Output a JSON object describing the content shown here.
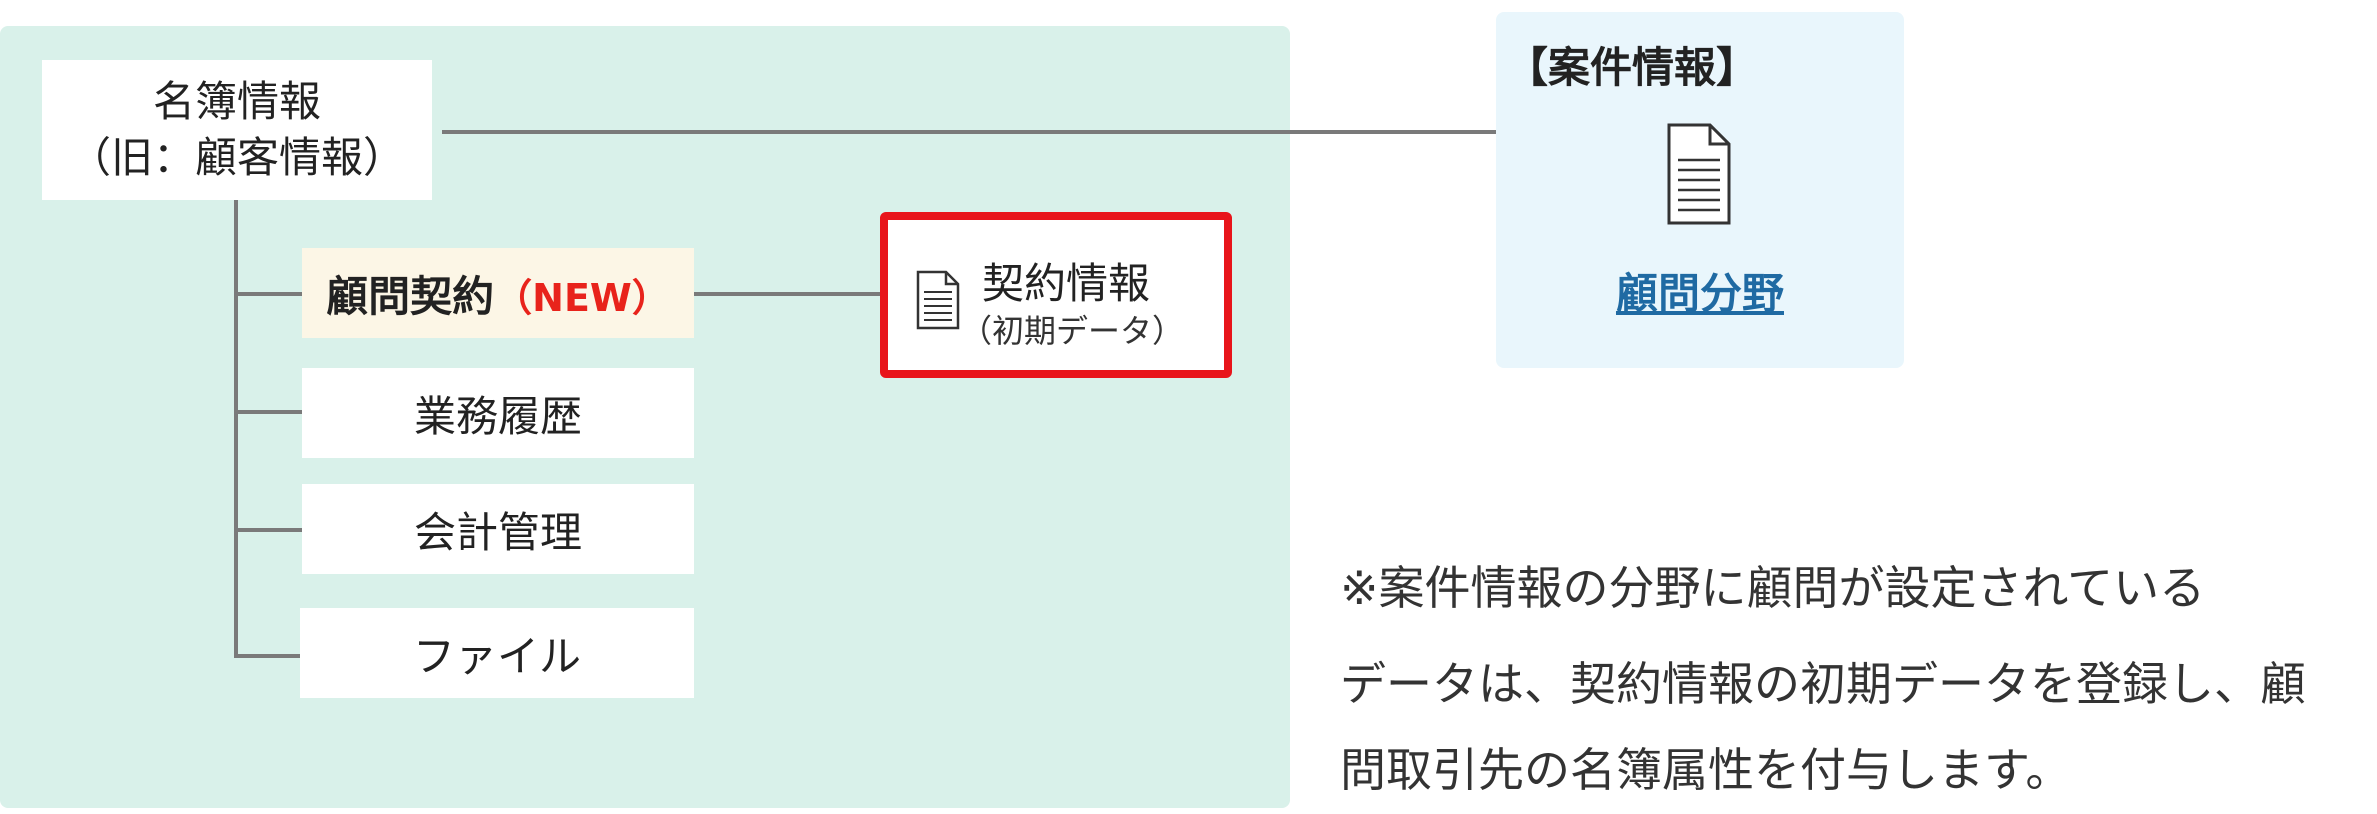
{
  "root": {
    "line1": "名簿情報",
    "line2": "（旧：顧客情報）"
  },
  "branches": {
    "contract_label": "顧問契約",
    "contract_tag": "（NEW）",
    "history_label": "業務履歴",
    "accounting_label": "会計管理",
    "file_label": "ファイル"
  },
  "contract_info": {
    "title": "契約情報",
    "subtitle": "（初期データ）"
  },
  "case_info": {
    "title": "【案件情報】",
    "link_label": "顧問分野"
  },
  "note": {
    "line1": "※案件情報の分野に顧問が設定されている",
    "line2": "データは、契約情報の初期データを登録し、顧",
    "line3": "問取引先の名簿属性を付与します。"
  },
  "colors": {
    "panel_green": "#d9f1ea",
    "panel_blue": "#e9f6fc",
    "new_tag_red": "#e8231b",
    "highlight_border_red": "#e8151b",
    "link_blue": "#1f6aa3",
    "connector_gray": "#7a7a7a",
    "contract_box_cream": "#fcf6e6"
  },
  "icons": {
    "document": "document-icon"
  }
}
